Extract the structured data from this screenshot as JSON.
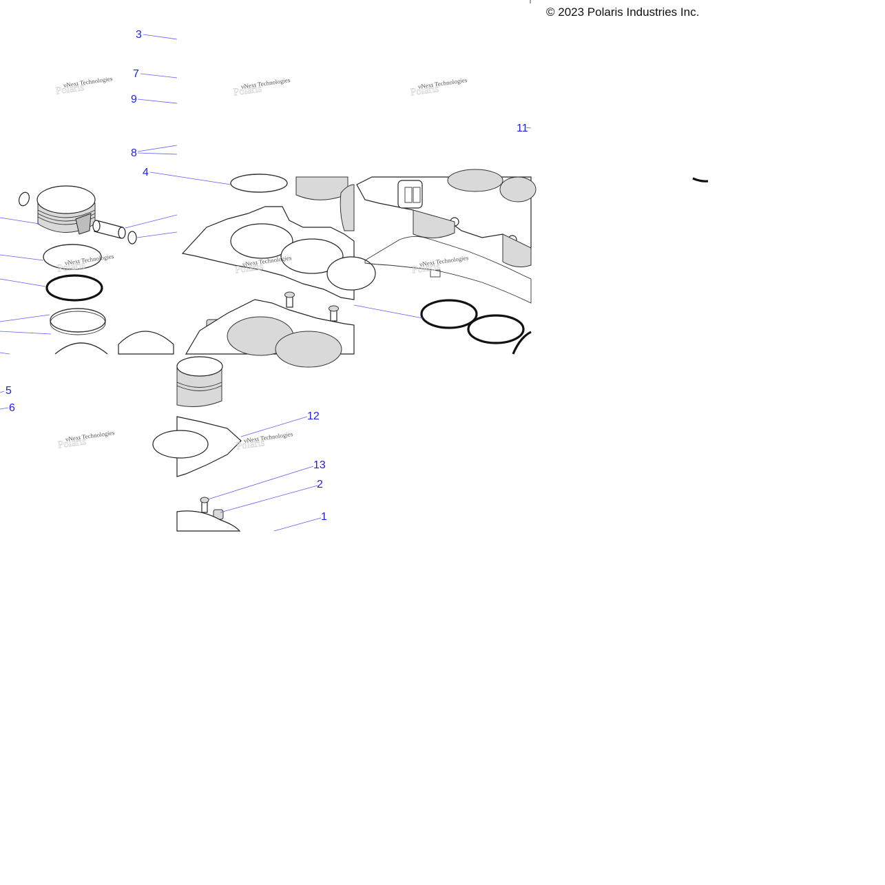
{
  "copyright": "© 2023 Polaris Industries Inc.",
  "watermark": "vNext Technologies",
  "callouts": [
    "3",
    "7",
    "9",
    "8",
    "4",
    "11",
    "5",
    "6",
    "12",
    "13",
    "2",
    "1"
  ],
  "colors": {
    "callout": "#1a1aff",
    "leader": "#5b5bff",
    "background": "#ffffff"
  }
}
